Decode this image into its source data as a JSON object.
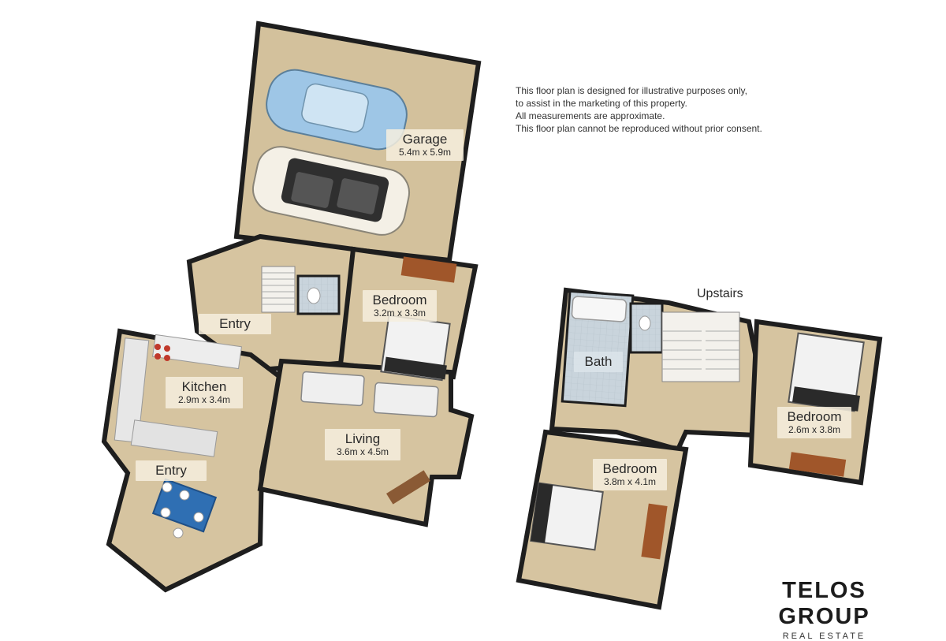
{
  "disclaimer": [
    "This floor plan is designed for illustrative purposes only,",
    "to assist in the marketing of this property.",
    "All measurements are approximate.",
    "This floor plan cannot be reproduced without prior consent."
  ],
  "upstairs_label": "Upstairs",
  "rooms": {
    "garage": {
      "name": "Garage",
      "dim": "5.4m x 5.9m"
    },
    "bedroom_ground": {
      "name": "Bedroom",
      "dim": "3.2m x 3.3m"
    },
    "entry_top": {
      "name": "Entry"
    },
    "kitchen": {
      "name": "Kitchen",
      "dim": "2.9m x 3.4m"
    },
    "living": {
      "name": "Living",
      "dim": "3.6m x 4.5m"
    },
    "entry_bottom": {
      "name": "Entry"
    },
    "bath": {
      "name": "Bath"
    },
    "bedroom_right": {
      "name": "Bedroom",
      "dim": "2.6m x 3.8m"
    },
    "bedroom_upper": {
      "name": "Bedroom",
      "dim": "3.8m x 4.1m"
    }
  },
  "brand": {
    "name": "TELOS GROUP",
    "tagline": "REAL ESTATE"
  },
  "colors": {
    "floor": "#d6c4a0",
    "wall": "#1e1e1e",
    "tile": "#c9d4dc",
    "car_blue": "#9ec6e6"
  }
}
